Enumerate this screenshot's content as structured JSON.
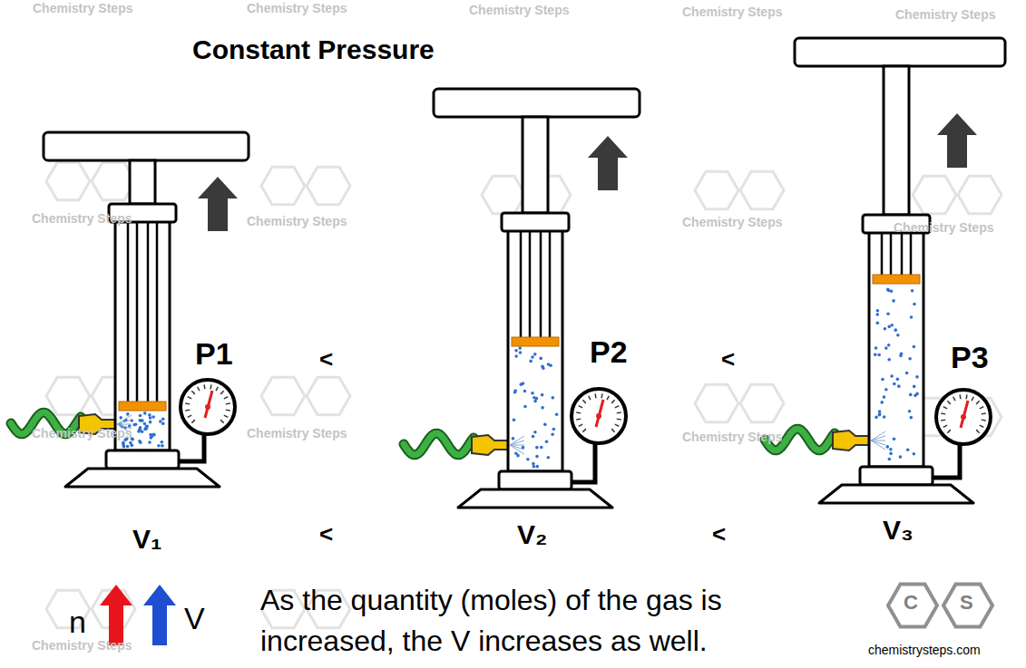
{
  "diagram": {
    "title": "Constant Pressure",
    "caption": "As the quantity (moles) of the gas is increased, the V increases as well.",
    "labels": [
      "P1",
      "P2",
      "P3",
      "<",
      "<",
      "<",
      "<",
      "V₁",
      "V₂",
      "V₃",
      "n",
      "V",
      "chemistrysteps.com",
      "C",
      "S",
      "Chemistry Steps",
      "Chemistry Steps",
      "Chemistry Steps",
      "Chemistry Steps",
      "Chemistry Steps",
      "Chemistry Steps",
      "Chemistry Steps",
      "Chemistry Steps",
      "Chemistry Steps",
      "Chemistry Steps",
      "Chemistry Steps",
      "Chemistry Steps",
      "Chemistry Steps"
    ]
  }
}
